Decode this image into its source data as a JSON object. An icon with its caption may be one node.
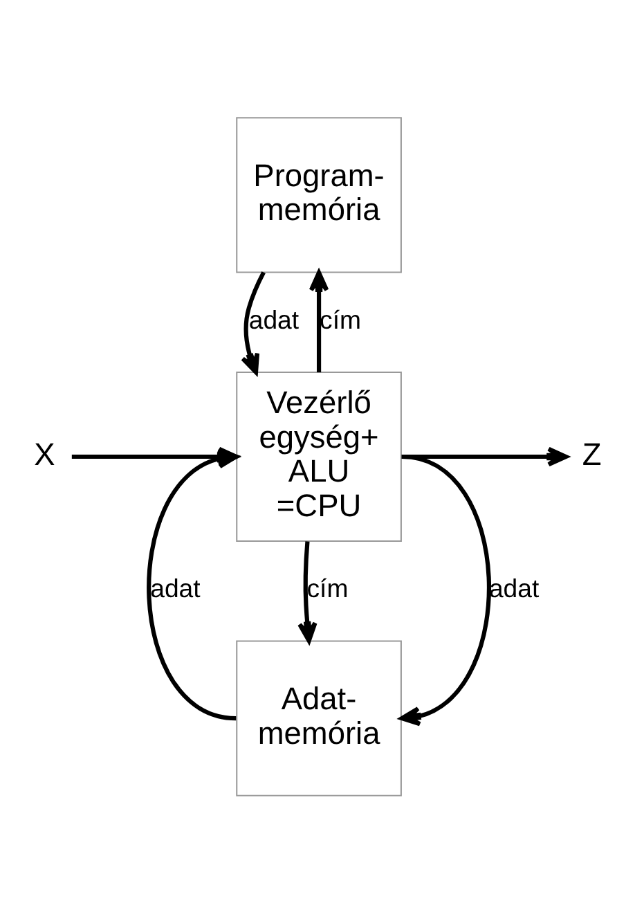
{
  "diagram": {
    "nodes": [
      {
        "text": [
          "Program- memória"
        ]
      },
      {
        "text": [
          "Vezérlő egység+ ALU =CPU"
        ]
      },
      {
        "text": [
          "Adat- memória"
        ]
      },
      {
        "text": [
          "X"
        ]
      },
      {
        "text": [
          "Z"
        ]
      }
    ],
    "edges": [
      {
        "from": 1,
        "to": 0,
        "arrow": "to",
        "label": "cím"
      },
      {
        "from": 0,
        "to": 1,
        "arrow": "to",
        "label": "adat"
      },
      {
        "from": 3,
        "to": 1,
        "arrow": "to"
      },
      {
        "from": 1,
        "to": 4,
        "arrow": "to"
      },
      {
        "from": 1,
        "to": 2,
        "arrow": "to",
        "label": "cím"
      },
      {
        "from": 2,
        "to": 1,
        "arrow": "to",
        "label": "adat"
      },
      {
        "from": 1,
        "to": 2,
        "arrow": "to",
        "label": "adat"
      }
    ]
  }
}
